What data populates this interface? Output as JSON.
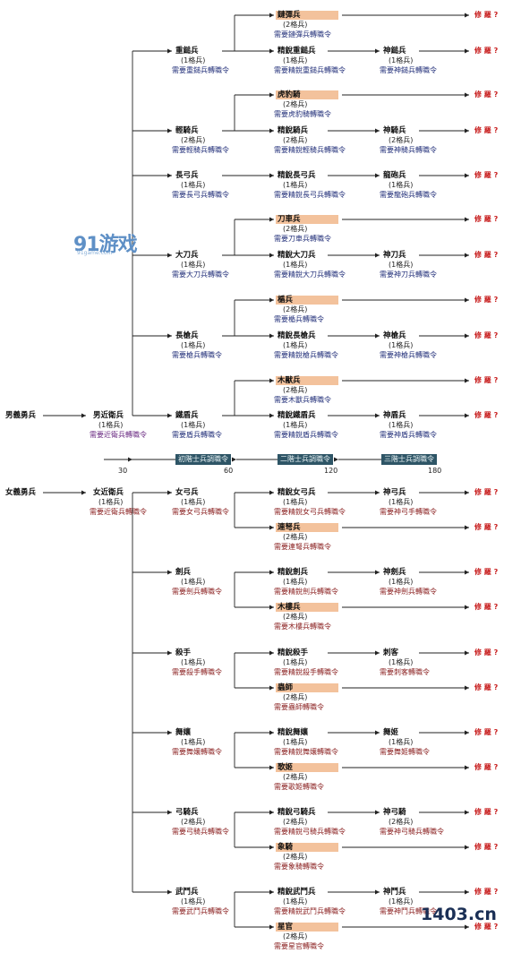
{
  "logo": {
    "text": "91游戏",
    "sub": "91game.com"
  },
  "site": "1403.cn",
  "upgrade_text": "修 羅 ?",
  "stages": [
    "初階士兵調職令",
    "二階士兵調職令",
    "三階士兵調職令"
  ],
  "axis": [
    "30",
    "60",
    "120",
    "180"
  ],
  "male": {
    "root": "男義勇兵",
    "guard": {
      "name": "男近衛兵",
      "size": "(1格兵)",
      "req": "需要近衛兵轉職令"
    },
    "branches": [
      {
        "t1": {
          "name": "重鎚兵",
          "size": "(1格兵)",
          "req": "需要重鎚兵轉職令"
        },
        "alt": {
          "name": "鏈彈兵",
          "size": "(2格兵)",
          "req": "需要鏈彈兵轉職令"
        },
        "t2": {
          "name": "精銳重鎚兵",
          "size": "(1格兵)",
          "req": "需要精銳重鎚兵轉職令"
        },
        "t3": {
          "name": "神鎚兵",
          "size": "(1格兵)",
          "req": "需要神鎚兵轉職令"
        }
      },
      {
        "t1": {
          "name": "輕騎兵",
          "size": "(2格兵)",
          "req": "需要輕騎兵轉職令"
        },
        "alt": {
          "name": "虎豹騎",
          "size": "(2格兵)",
          "req": "需要虎豹騎轉職令"
        },
        "t2": {
          "name": "精銳騎兵",
          "size": "(2格兵)",
          "req": "需要精銳輕騎兵轉職令"
        },
        "t3": {
          "name": "神騎兵",
          "size": "(2格兵)",
          "req": "需要神騎兵轉職令"
        }
      },
      {
        "t1": {
          "name": "長弓兵",
          "size": "(1格兵)",
          "req": "需要長弓兵轉職令"
        },
        "t2": {
          "name": "精銳長弓兵",
          "size": "(1格兵)",
          "req": "需要精銳長弓兵轉職令"
        },
        "t3": {
          "name": "龍砲兵",
          "size": "(1格兵)",
          "req": "需要龍砲兵轉職令"
        }
      },
      {
        "t1": {
          "name": "大刀兵",
          "size": "(1格兵)",
          "req": "需要大刀兵轉職令"
        },
        "alt": {
          "name": "刀車兵",
          "size": "(2格兵)",
          "req": "需要刀車兵轉職令"
        },
        "t2": {
          "name": "精銳大刀兵",
          "size": "(1格兵)",
          "req": "需要精銳大刀兵轉職令"
        },
        "t3": {
          "name": "神刀兵",
          "size": "(1格兵)",
          "req": "需要神刀兵轉職令"
        }
      },
      {
        "t1": {
          "name": "長槍兵",
          "size": "(1格兵)",
          "req": "需要槍兵轉職令"
        },
        "alt": {
          "name": "楯兵",
          "size": "(2格兵)",
          "req": "需要楯兵轉職令"
        },
        "t2": {
          "name": "精銳長槍兵",
          "size": "(1格兵)",
          "req": "需要精銳槍兵轉職令"
        },
        "t3": {
          "name": "神槍兵",
          "size": "(1格兵)",
          "req": "需要神槍兵轉職令"
        }
      },
      {
        "t1": {
          "name": "鐵盾兵",
          "size": "(1格兵)",
          "req": "需要盾兵轉職令"
        },
        "alt": {
          "name": "木獸兵",
          "size": "(2格兵)",
          "req": "需要木獸兵轉職令"
        },
        "t2": {
          "name": "精銳鐵盾兵",
          "size": "(1格兵)",
          "req": "需要精銳盾兵轉職令"
        },
        "t3": {
          "name": "神盾兵",
          "size": "(1格兵)",
          "req": "需要神盾兵轉職令"
        }
      }
    ]
  },
  "female": {
    "root": "女義勇兵",
    "guard": {
      "name": "女近衛兵",
      "size": "(1格兵)",
      "req": "需要近衛兵轉職令"
    },
    "branches": [
      {
        "t1": {
          "name": "女弓兵",
          "size": "(1格兵)",
          "req": "需要女弓兵轉職令"
        },
        "t2": {
          "name": "精銳女弓兵",
          "size": "(1格兵)",
          "req": "需要精銳女弓兵轉職令"
        },
        "alt": {
          "name": "連弩兵",
          "size": "(2格兵)",
          "req": "需要連弩兵轉職令"
        },
        "t3": {
          "name": "神弓兵",
          "size": "(1格兵)",
          "req": "需要神弓手轉職令"
        }
      },
      {
        "t1": {
          "name": "劍兵",
          "size": "(1格兵)",
          "req": "需要劍兵轉職令"
        },
        "t2": {
          "name": "精銳劍兵",
          "size": "(1格兵)",
          "req": "需要精銳劍兵轉職令"
        },
        "alt": {
          "name": "木樓兵",
          "size": "(2格兵)",
          "req": "需要木樓兵轉職令"
        },
        "t3": {
          "name": "神劍兵",
          "size": "(1格兵)",
          "req": "需要神劍兵轉職令"
        }
      },
      {
        "t1": {
          "name": "殺手",
          "size": "(1格兵)",
          "req": "需要殺手轉職令"
        },
        "t2": {
          "name": "精銳殺手",
          "size": "(1格兵)",
          "req": "需要精銳殺手轉職令"
        },
        "alt": {
          "name": "蟲師",
          "size": "(2格兵)",
          "req": "需要蟲師轉職令"
        },
        "t3": {
          "name": "刺客",
          "size": "(1格兵)",
          "req": "需要刺客轉職令"
        }
      },
      {
        "t1": {
          "name": "舞孃",
          "size": "(1格兵)",
          "req": "需要舞孃轉職令"
        },
        "t2": {
          "name": "精銳舞孃",
          "size": "(1格兵)",
          "req": "需要精銳舞孃轉職令"
        },
        "alt": {
          "name": "歌姬",
          "size": "(2格兵)",
          "req": "需要歌姬轉職令"
        },
        "t3": {
          "name": "舞姬",
          "size": "(1格兵)",
          "req": "需要舞姬轉職令"
        }
      },
      {
        "t1": {
          "name": "弓騎兵",
          "size": "(2格兵)",
          "req": "需要弓騎兵轉職令"
        },
        "t2": {
          "name": "精銳弓騎兵",
          "size": "(2格兵)",
          "req": "需要精銳弓騎兵轉職令"
        },
        "alt": {
          "name": "象騎",
          "size": "(2格兵)",
          "req": "需要象騎轉職令"
        },
        "t3": {
          "name": "神弓騎",
          "size": "(2格兵)",
          "req": "需要神弓騎兵轉職令"
        }
      },
      {
        "t1": {
          "name": "武鬥兵",
          "size": "(1格兵)",
          "req": "需要武鬥兵轉職令"
        },
        "t2": {
          "name": "精銳武鬥兵",
          "size": "(1格兵)",
          "req": "需要精銳武鬥兵轉職令"
        },
        "alt": {
          "name": "星官",
          "size": "(2格兵)",
          "req": "需要星官轉職令"
        },
        "t3": {
          "name": "神鬥兵",
          "size": "(1格兵)",
          "req": "需要神鬥兵轉職令"
        }
      }
    ]
  }
}
